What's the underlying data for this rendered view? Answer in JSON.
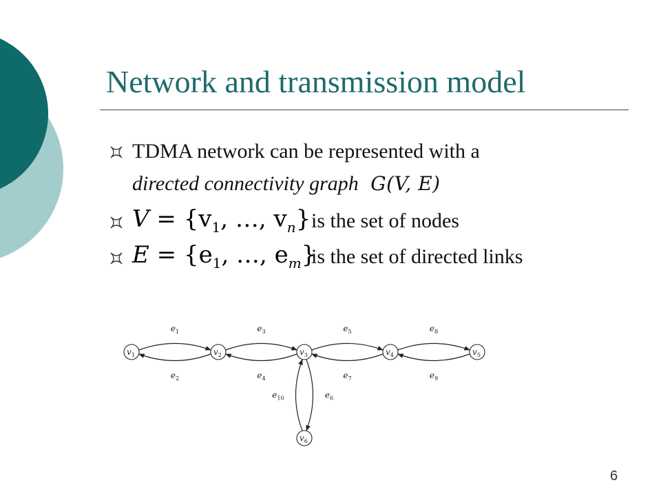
{
  "slide": {
    "title": "Network and transmission model",
    "bullets": [
      {
        "text_1": "TDMA network can be represented with a",
        "text_2": "directed connectivity graph",
        "math": "G(V, E)"
      },
      {
        "math_var": "V",
        "math_set": "= {v",
        "math_sub": "1",
        "math_mid": ", …, v",
        "math_sub2": "n",
        "math_end": "}",
        "text": "is the set of nodes"
      },
      {
        "math_var": "E",
        "math_set": "= {e",
        "math_sub": "1",
        "math_mid": ", …, e",
        "math_sub2": "m",
        "math_end": "}",
        "text": "is the set of directed links"
      }
    ],
    "page_number": "6"
  },
  "graph": {
    "nodes": [
      {
        "id": "v1",
        "label": "v",
        "sub": "1"
      },
      {
        "id": "v2",
        "label": "v",
        "sub": "2"
      },
      {
        "id": "v3",
        "label": "v",
        "sub": "3"
      },
      {
        "id": "v4",
        "label": "v",
        "sub": "4"
      },
      {
        "id": "v5",
        "label": "v",
        "sub": "5"
      },
      {
        "id": "v6",
        "label": "v",
        "sub": "6"
      }
    ],
    "edges": [
      {
        "label": "e",
        "sub": "1",
        "from": "v1",
        "to": "v2"
      },
      {
        "label": "e",
        "sub": "2",
        "from": "v2",
        "to": "v1"
      },
      {
        "label": "e",
        "sub": "3",
        "from": "v2",
        "to": "v3"
      },
      {
        "label": "e",
        "sub": "4",
        "from": "v3",
        "to": "v2"
      },
      {
        "label": "e",
        "sub": "5",
        "from": "v3",
        "to": "v4"
      },
      {
        "label": "e",
        "sub": "7",
        "from": "v4",
        "to": "v3"
      },
      {
        "label": "e",
        "sub": "8",
        "from": "v4",
        "to": "v5"
      },
      {
        "label": "e",
        "sub": "9",
        "from": "v5",
        "to": "v4"
      },
      {
        "label": "e",
        "sub": "6",
        "from": "v3",
        "to": "v6"
      },
      {
        "label": "e",
        "sub": "10",
        "from": "v6",
        "to": "v3"
      }
    ]
  },
  "colors": {
    "title": "#1e6b6b",
    "decor_dark": "#0f6a6a",
    "decor_light": "#a3cccc"
  }
}
